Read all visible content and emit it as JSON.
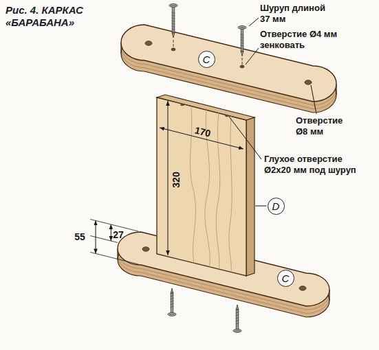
{
  "diagram": {
    "title": "Рис. 4. КАРКАС «БАРАБАНА»",
    "nodes": [
      {
        "text": [
          "C"
        ]
      },
      {
        "text": [
          "D"
        ]
      },
      {
        "text": [
          "C"
        ]
      }
    ],
    "labels": [
      "Шуруп длиной 37 мм",
      "Отверстие Ø4 мм зенковать",
      "Отверстие Ø8 мм",
      "170",
      "320",
      "Глухое отверстие Ø2x20 мм под шуруп",
      "27",
      "55"
    ]
  }
}
